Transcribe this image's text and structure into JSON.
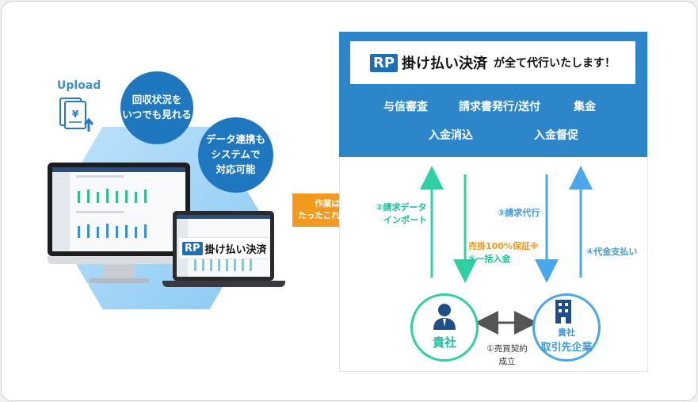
{
  "left": {
    "upload_label": "Upload",
    "bubble1": [
      "回収状況を",
      "いつでも見れる"
    ],
    "bubble2": [
      "データ連携も",
      "システムで",
      "対応可能"
    ],
    "badge_rp": "RP",
    "badge_name": "掛け払い決済"
  },
  "tag": {
    "lines": [
      "作業は",
      "たったこれだけ"
    ]
  },
  "panel": {
    "rp": "RP",
    "name": "掛け払い決済",
    "tail": "が全て代行いたします！",
    "services": [
      "与信審査",
      "請求書発行/送付",
      "集金",
      "入金消込",
      "入金督促"
    ]
  },
  "flows": {
    "import": [
      "②請求データ",
      "インポート"
    ],
    "guarantee": [
      "売掛100%保証※",
      "⑤一括入金"
    ],
    "billing": "③請求代行",
    "payment": "④代金支払い",
    "contract": [
      "①売買契約",
      "成立"
    ]
  },
  "nodes": {
    "you": "貴社",
    "partner_top": "貴社",
    "partner_bottom": "取引先企業"
  },
  "colors": {
    "blue": "#2d86c9",
    "teal": "#1bbf9a",
    "sky": "#3b9ae0",
    "orange": "#f39a1e"
  }
}
